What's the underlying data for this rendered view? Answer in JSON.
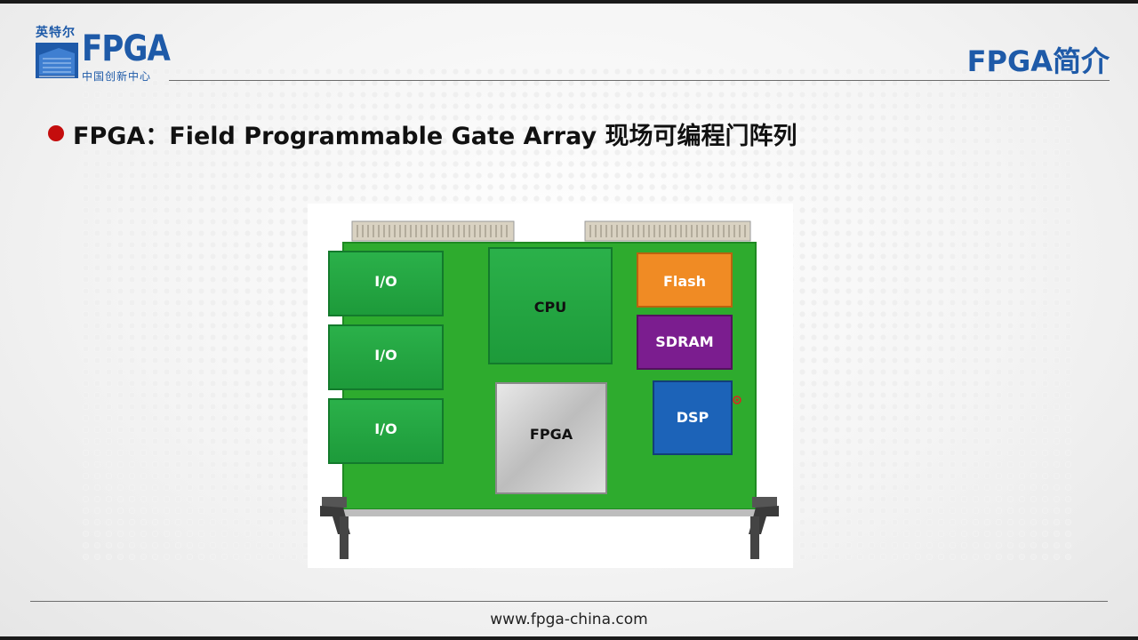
{
  "logo": {
    "cn_top": "英特尔",
    "brand": "FPGA",
    "cn_bottom": "中国创新中心",
    "icon": "building-logo-icon"
  },
  "page_title": "FPGA简介",
  "bullet": {
    "text": "FPGA：Field Programmable Gate Array 现场可编程门阵列",
    "dot_color": "#c40d0d"
  },
  "board": {
    "io_blocks": [
      "I/O",
      "I/O",
      "I/O"
    ],
    "cpu": "CPU",
    "fpga": "FPGA",
    "flash": "Flash",
    "sdram": "SDRAM",
    "dsp": "DSP",
    "colors": {
      "pcb": "#2eab2e",
      "block_green": "#22a33f",
      "flash": "#f08b24",
      "sdram": "#7b1d8f",
      "dsp": "#1c63b8",
      "fpga": "#c8c8c8"
    }
  },
  "footer": {
    "url": "www.fpga-china.com"
  },
  "colors": {
    "brand_blue": "#1e5aa8",
    "divider": "#6d6d6d"
  }
}
